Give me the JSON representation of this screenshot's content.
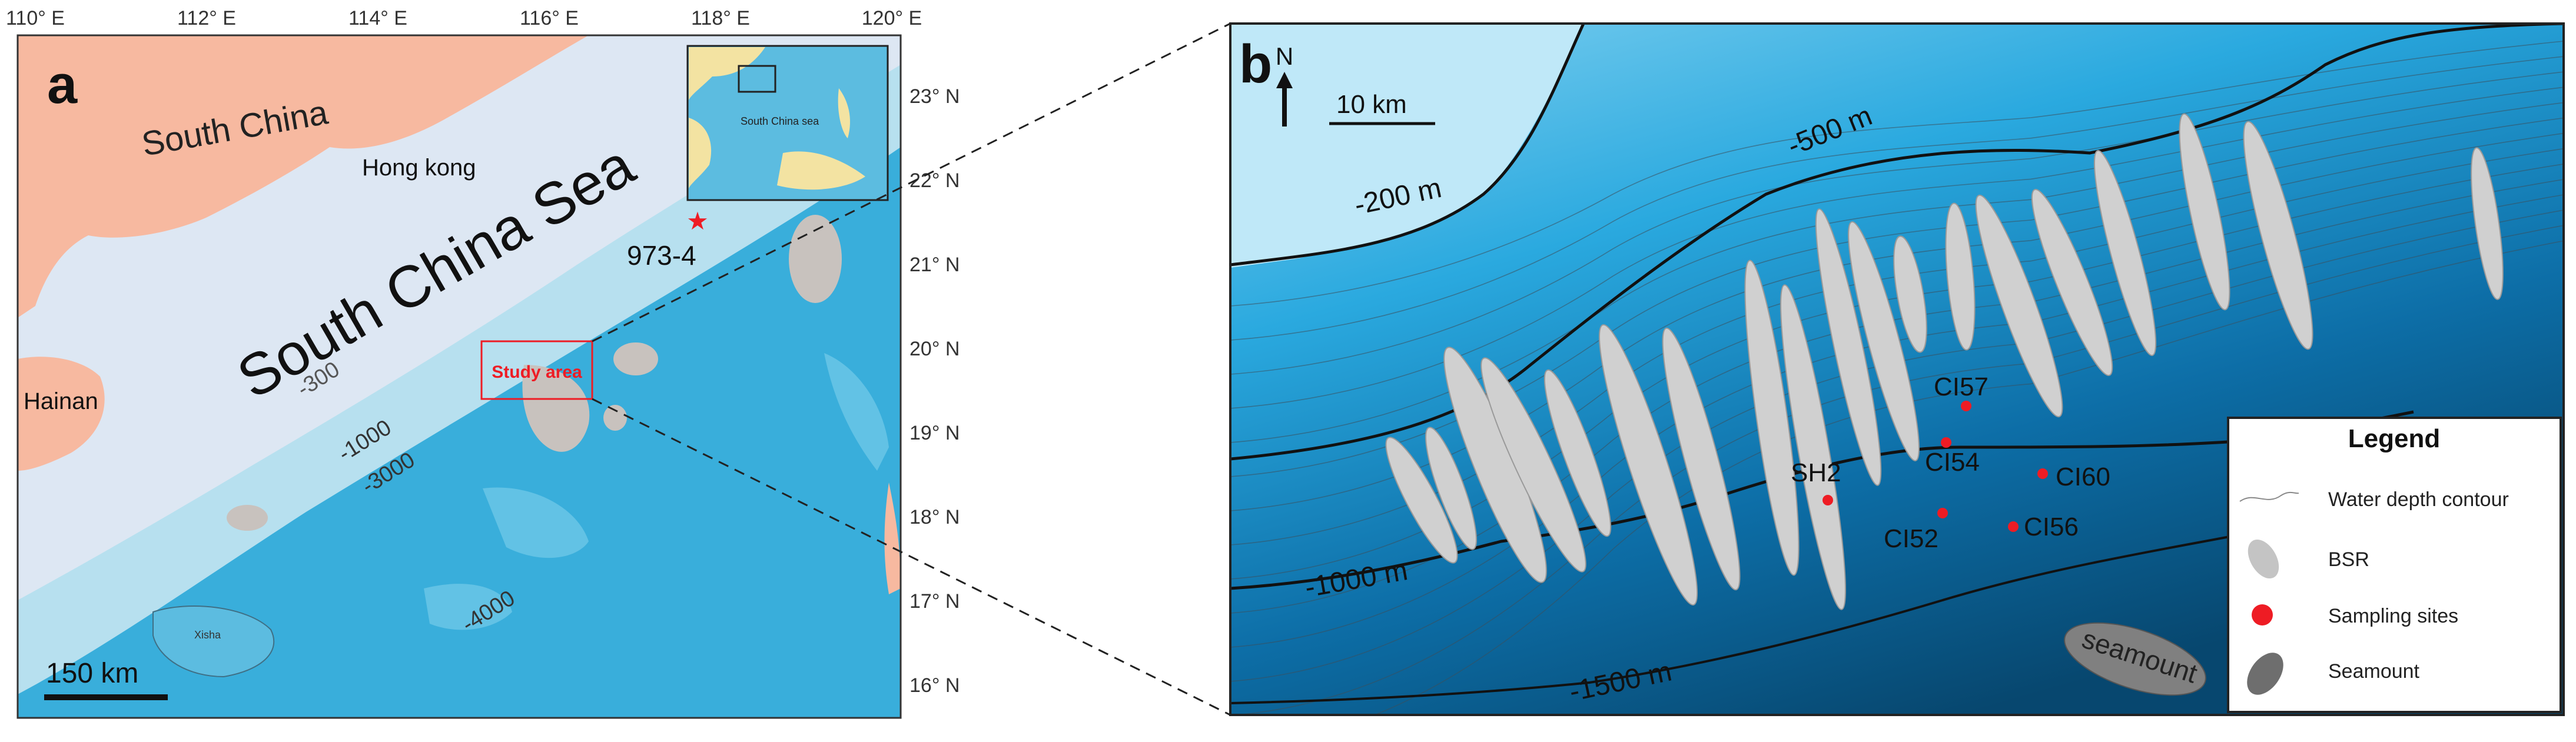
{
  "panel_a": {
    "letter": "a",
    "lon_ticks": [
      "110° E",
      "112° E",
      "114° E",
      "116° E",
      "118° E",
      "120° E"
    ],
    "lat_ticks": [
      "23° N",
      "22° N",
      "21° N",
      "20° N",
      "19° N",
      "18° N",
      "17° N",
      "16° N"
    ],
    "south_china_label": "South China",
    "hong_kong_label": "Hong kong",
    "sea_label": "South China Sea",
    "hainan_label": "Hainan",
    "site_label": "973-4",
    "study_area_label": "Study area",
    "inset_label": "South China sea",
    "xisha_label": "Xisha",
    "depth_labels": [
      "-300",
      "-1000",
      "-3000",
      "-4000"
    ],
    "scale_bar": "150 km"
  },
  "panel_b": {
    "letter": "b",
    "north_label": "N",
    "scale_bar": "10 km",
    "contour_labels": [
      "-200 m",
      "-500 m",
      "-1000 m",
      "-1500 m"
    ],
    "sites": [
      "SH2",
      "CI57",
      "CI54",
      "CI60",
      "CI52",
      "CI56"
    ],
    "seamount_label": "seamount",
    "legend": {
      "title": "Legend",
      "items": [
        "Water depth contour",
        "BSR",
        "Sampling sites",
        "Seamount"
      ]
    }
  },
  "colors": {
    "land": "#F7B9A0",
    "shelf": "#DDE7F3",
    "slope": "#B7E0EF",
    "deep": "#39AEDB",
    "bsr": "#D0D0D0",
    "site": "#EE1C24",
    "seamount": "#808080"
  }
}
